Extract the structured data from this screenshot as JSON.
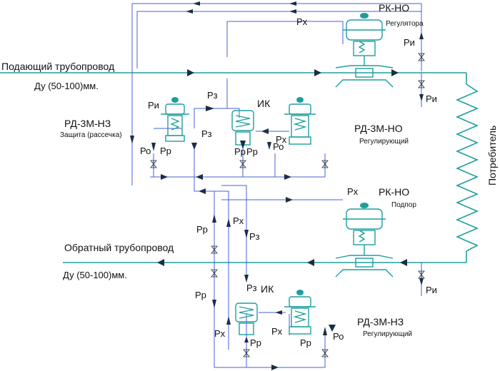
{
  "colors": {
    "main_pipe": "#1f9e9e",
    "impulse_line": "#4a5fd6",
    "arrow": "#1a2e44",
    "text": "#111111"
  },
  "labels": {
    "supply_pipe": "Подающий трубопровод",
    "supply_dn": "Ду (50-100)мм.",
    "return_pipe": "Обратный трубопровод",
    "return_dn": "Ду (50-100)мм.",
    "consumer": "Потребитель",
    "rk_top_title": "РК-НО",
    "rk_top_sub": "Регулятора",
    "rk_bottom_title": "РК-НО",
    "rk_bottom_sub": "Подпор",
    "rd_protect_title": "РД-3М-НЗ",
    "rd_protect_sub": "Защита (рассечка)",
    "rd_reg_top_title": "РД-3М-НО",
    "rd_reg_top_sub": "Регулирующий",
    "rd_reg_bottom_title": "РД-3М-НЗ",
    "rd_reg_bottom_sub": "Регулирующий",
    "ik_top": "ИК",
    "ik_bottom": "ИК"
  },
  "signals": {
    "px": "Рх",
    "pi": "Ри",
    "pz": "Рз",
    "pr": "Рр",
    "po": "Ро"
  }
}
